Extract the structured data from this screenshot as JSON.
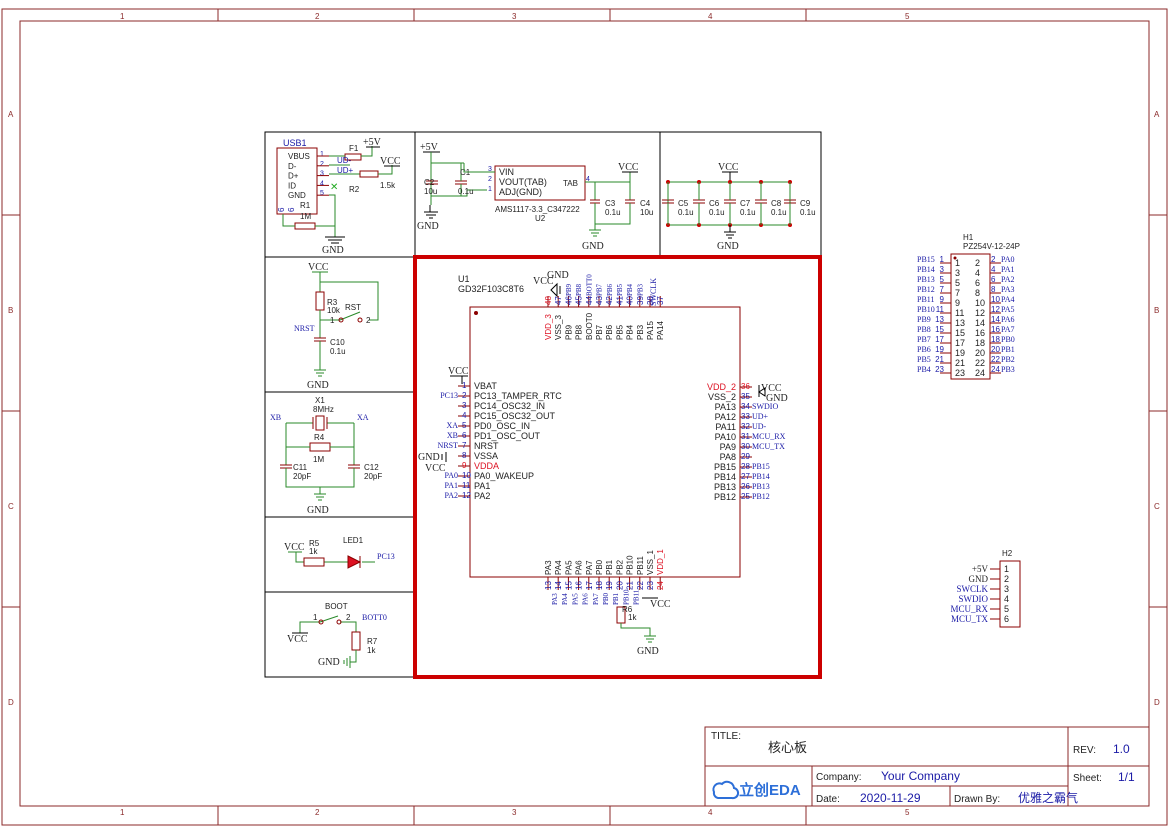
{
  "frame": {
    "columns": [
      "1",
      "2",
      "3",
      "4",
      "5"
    ],
    "rows": [
      "A",
      "B",
      "C",
      "D"
    ]
  },
  "title_block": {
    "title_label": "TITLE:",
    "title": "核心板",
    "rev_label": "REV:",
    "rev": "1.0",
    "company_label": "Company:",
    "company": "Your Company",
    "sheet_label": "Sheet:",
    "sheet": "1/1",
    "date_label": "Date:",
    "date": "2020-11-29",
    "drawn_label": "Drawn By:",
    "drawn_by": "优雅之霸气",
    "logo_text": "立创EDA"
  },
  "usb": {
    "ref": "USB1",
    "pins": [
      "VBUS",
      "D-",
      "D+",
      "ID",
      "GND"
    ],
    "pin_nums": [
      "1",
      "2",
      "3",
      "4",
      "5"
    ],
    "shield_pins": [
      "6",
      "6"
    ],
    "f1": "F1",
    "r2": "R2",
    "r2_val": "1.5k",
    "r1": "R1",
    "r1_val": "1M",
    "net_5v": "+5V",
    "net_vcc": "VCC",
    "net_gnd": "GND",
    "ud_minus": "UD-",
    "ud_plus": "UD+"
  },
  "ldo": {
    "net_5v": "+5V",
    "net_vcc": "VCC",
    "net_gnd": "GND",
    "c2": "C2",
    "c2_val": "10u",
    "c1": "C1",
    "c1_val": "0.1u",
    "c3": "C3",
    "c3_val": "0.1u",
    "c4": "C4",
    "c4_val": "10u",
    "pin_vin": "VIN",
    "pin_vout": "VOUT(TAB)",
    "pin_adj": "ADJ(GND)",
    "pin_tab": "TAB",
    "part": "AMS1117-3.3_C347222",
    "ref": "U2",
    "n3": "3",
    "n2": "2",
    "n1": "1",
    "n4": "4"
  },
  "decoupling": {
    "net_vcc": "VCC",
    "net_gnd": "GND",
    "caps": [
      {
        "ref": "C5",
        "val": "0.1u"
      },
      {
        "ref": "C6",
        "val": "0.1u"
      },
      {
        "ref": "C7",
        "val": "0.1u"
      },
      {
        "ref": "C8",
        "val": "0.1u"
      },
      {
        "ref": "C9",
        "val": "0.1u"
      }
    ]
  },
  "reset": {
    "net_vcc": "VCC",
    "r3": "R3",
    "r3_val": "10k",
    "sw": "RST",
    "n1": "1",
    "n2": "2",
    "nrst": "NRST",
    "c10": "C10",
    "c10_val": "0.1u",
    "net_gnd": "GND"
  },
  "crystal": {
    "ref": "X1",
    "freq": "8MHz",
    "xb": "XB",
    "xa": "XA",
    "r4": "R4",
    "r4_val": "1M",
    "c11": "C11",
    "c11_val": "20pF",
    "c12": "C12",
    "c12_val": "20pF",
    "net_gnd": "GND"
  },
  "led": {
    "net_vcc": "VCC",
    "r5": "R5",
    "r5_val": "1k",
    "ref": "LED1",
    "net": "PC13"
  },
  "boot": {
    "sw": "BOOT",
    "n1": "1",
    "n2": "2",
    "net": "BOTT0",
    "net_vcc": "VCC",
    "r7": "R7",
    "r7_val": "1k",
    "net_gnd": "GND"
  },
  "mcu": {
    "ref": "U1",
    "part": "GD32F103C8T6",
    "top_vcc": "VCC",
    "top_gnd": "GND",
    "top_swclk": "SWCLK",
    "top_pins": [
      {
        "n": "48",
        "name": "VDD_3",
        "red": true
      },
      {
        "n": "47",
        "name": "VSS_3",
        "red": false
      },
      {
        "n": "46",
        "name": "PB9",
        "red": false
      },
      {
        "n": "45",
        "name": "PB8",
        "red": false
      },
      {
        "n": "44",
        "name": "BOOT0",
        "red": false
      },
      {
        "n": "43",
        "name": "PB7",
        "red": false
      },
      {
        "n": "42",
        "name": "PB6",
        "red": false
      },
      {
        "n": "41",
        "name": "PB5",
        "red": false
      },
      {
        "n": "40",
        "name": "PB4",
        "red": false
      },
      {
        "n": "39",
        "name": "PB3",
        "red": false
      },
      {
        "n": "38",
        "name": "PA15",
        "red": false
      },
      {
        "n": "37",
        "name": "PA14",
        "red": false
      }
    ],
    "top_nets": [
      "PB9",
      "PB8",
      "BOTT0",
      "PB7",
      "PB6",
      "PB5",
      "PB4",
      "PB3"
    ],
    "left_vcc": "VCC",
    "left_gnd": "GND",
    "left_vcc2": "VCC",
    "left_pins": [
      {
        "n": "1",
        "name": "VBAT",
        "net": "",
        "red": false
      },
      {
        "n": "2",
        "name": "PC13_TAMPER_RTC",
        "net": "PC13",
        "red": false
      },
      {
        "n": "3",
        "name": "PC14_OSC32_IN",
        "net": "",
        "red": false
      },
      {
        "n": "4",
        "name": "PC15_OSC32_OUT",
        "net": "",
        "red": false
      },
      {
        "n": "5",
        "name": "PD0_OSC_IN",
        "net": "XA",
        "red": false
      },
      {
        "n": "6",
        "name": "PD1_OSC_OUT",
        "net": "XB",
        "red": false
      },
      {
        "n": "7",
        "name": "NRST",
        "net": "NRST",
        "red": false
      },
      {
        "n": "8",
        "name": "VSSA",
        "net": "",
        "red": false
      },
      {
        "n": "9",
        "name": "VDDA",
        "net": "",
        "red": true
      },
      {
        "n": "10",
        "name": "PA0_WAKEUP",
        "net": "PA0",
        "red": false
      },
      {
        "n": "11",
        "name": "PA1",
        "net": "PA1",
        "red": false
      },
      {
        "n": "12",
        "name": "PA2",
        "net": "PA2",
        "red": false
      }
    ],
    "right_vcc": "VCC",
    "right_gnd": "GND",
    "right_pins": [
      {
        "n": "36",
        "name": "VDD_2",
        "net": "",
        "red": true
      },
      {
        "n": "35",
        "name": "VSS_2",
        "net": "",
        "red": false
      },
      {
        "n": "34",
        "name": "PA13",
        "net": "SWDIO",
        "red": false
      },
      {
        "n": "33",
        "name": "PA12",
        "net": "UD+",
        "red": false
      },
      {
        "n": "32",
        "name": "PA11",
        "net": "UD-",
        "red": false
      },
      {
        "n": "31",
        "name": "PA10",
        "net": "MCU_RX",
        "red": false
      },
      {
        "n": "30",
        "name": "PA9",
        "net": "MCU_TX",
        "red": false
      },
      {
        "n": "29",
        "name": "PA8",
        "net": "",
        "red": false
      },
      {
        "n": "28",
        "name": "PB15",
        "net": "PB15",
        "red": false
      },
      {
        "n": "27",
        "name": "PB14",
        "net": "PB14",
        "red": false
      },
      {
        "n": "26",
        "name": "PB13",
        "net": "PB13",
        "red": false
      },
      {
        "n": "25",
        "name": "PB12",
        "net": "PB12",
        "red": false
      }
    ],
    "bottom_pins": [
      {
        "n": "13",
        "name": "PA3",
        "red": false
      },
      {
        "n": "14",
        "name": "PA4",
        "red": false
      },
      {
        "n": "15",
        "name": "PA5",
        "red": false
      },
      {
        "n": "16",
        "name": "PA6",
        "red": false
      },
      {
        "n": "17",
        "name": "PA7",
        "red": false
      },
      {
        "n": "18",
        "name": "PB0",
        "red": false
      },
      {
        "n": "19",
        "name": "PB1",
        "red": false
      },
      {
        "n": "20",
        "name": "PB2",
        "red": false
      },
      {
        "n": "21",
        "name": "PB10",
        "red": false
      },
      {
        "n": "22",
        "name": "PB11",
        "red": false
      },
      {
        "n": "23",
        "name": "VSS_1",
        "red": false
      },
      {
        "n": "24",
        "name": "VDD_1",
        "red": true
      }
    ],
    "bottom_nets": [
      "PA3",
      "PA4",
      "PA5",
      "PA6",
      "PA7",
      "PB0",
      "PB1",
      "PB10",
      "PB11"
    ],
    "r6": "R6",
    "r6_val": "1k",
    "bottom_vcc": "VCC",
    "bottom_gnd": "GND"
  },
  "header_h1": {
    "ref": "H1",
    "part": "PZ254V-12-24P",
    "left": [
      {
        "net": "PB15",
        "n": "1"
      },
      {
        "net": "PB14",
        "n": "3"
      },
      {
        "net": "PB13",
        "n": "5"
      },
      {
        "net": "PB12",
        "n": "7"
      },
      {
        "net": "PB11",
        "n": "9"
      },
      {
        "net": "PB10",
        "n": "11"
      },
      {
        "net": "PB9",
        "n": "13"
      },
      {
        "net": "PB8",
        "n": "15"
      },
      {
        "net": "PB7",
        "n": "17"
      },
      {
        "net": "PB6",
        "n": "19"
      },
      {
        "net": "PB5",
        "n": "21"
      },
      {
        "net": "PB4",
        "n": "23"
      }
    ],
    "right": [
      {
        "net": "PA0",
        "n": "2"
      },
      {
        "net": "PA1",
        "n": "4"
      },
      {
        "net": "PA2",
        "n": "6"
      },
      {
        "net": "PA3",
        "n": "8"
      },
      {
        "net": "PA4",
        "n": "10"
      },
      {
        "net": "PA5",
        "n": "12"
      },
      {
        "net": "PA6",
        "n": "14"
      },
      {
        "net": "PA7",
        "n": "16"
      },
      {
        "net": "PB0",
        "n": "18"
      },
      {
        "net": "PB1",
        "n": "20"
      },
      {
        "net": "PB2",
        "n": "22"
      },
      {
        "net": "PB3",
        "n": "24"
      }
    ]
  },
  "header_h2": {
    "ref": "H2",
    "pins": [
      {
        "net": "+5V",
        "n": "1"
      },
      {
        "net": "GND",
        "n": "2"
      },
      {
        "net": "SWCLK",
        "n": "3"
      },
      {
        "net": "SWDIO",
        "n": "4"
      },
      {
        "net": "MCU_RX",
        "n": "5"
      },
      {
        "net": "MCU_TX",
        "n": "6"
      }
    ]
  }
}
